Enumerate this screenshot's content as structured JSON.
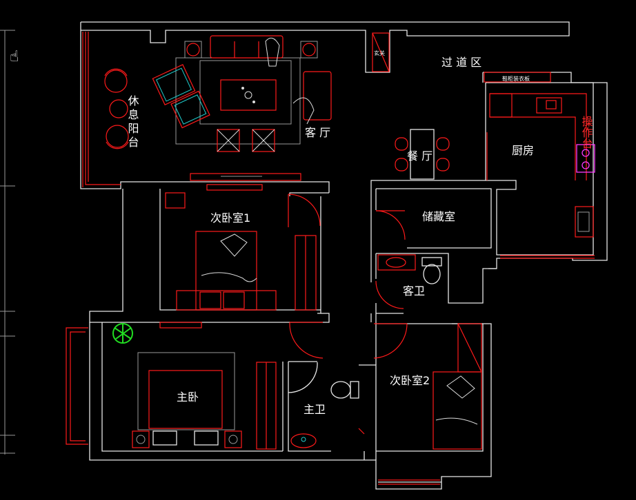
{
  "rooms": {
    "balcony": "休息阳台",
    "living": "客 厅",
    "corridor": "过 道 区",
    "dining": "餐 厅",
    "kitchen": "厨房",
    "bedroom1": "次卧室1",
    "storage": "储藏室",
    "guest_bath": "客卫",
    "master": "主卧",
    "master_bath": "主卫",
    "bedroom2": "次卧室2"
  },
  "annotations": {
    "entry_label": "玄关",
    "shoe_cabinet": "鞋柜装衣板",
    "counter": "操作台"
  },
  "cursor_icon": "hand-pan-icon",
  "colors": {
    "background": "#000000",
    "wall": "#e8e8e8",
    "furniture_red": "#ff1a1a",
    "fixture_cyan": "#20d0d0",
    "stove_magenta": "#ff3aff",
    "plant_green": "#22dd22"
  }
}
